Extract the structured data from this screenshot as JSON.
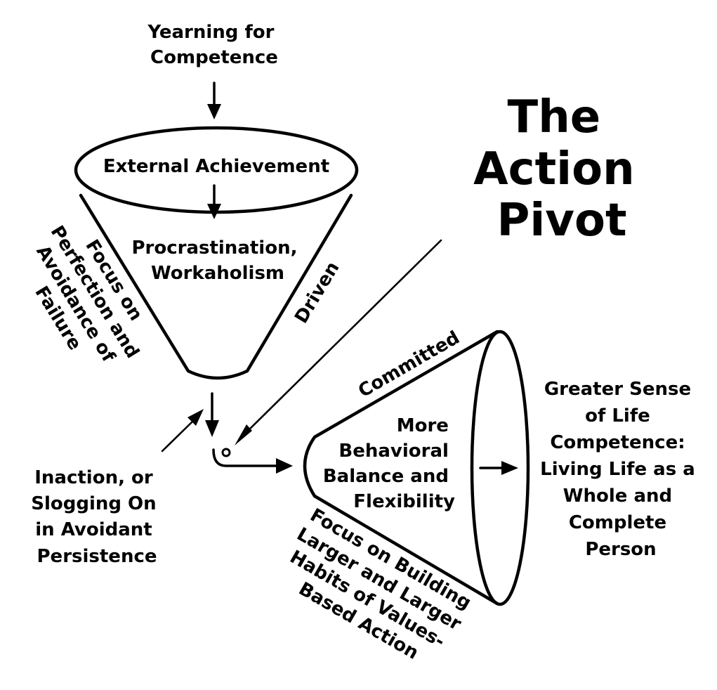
{
  "title": [
    "The",
    "Action",
    "Pivot"
  ],
  "top_label": [
    "Yearning for",
    "Competence"
  ],
  "funnel_top": {
    "rim_label": "External Achievement",
    "inner_label": [
      "Procrastination,",
      "Workaholism"
    ],
    "left_side_label": [
      "Focus on",
      "Perfection and",
      "Avoidance of",
      "Failure"
    ],
    "right_side_label": "Driven"
  },
  "left_label": [
    "Inaction, or",
    "Slogging On",
    "in Avoidant",
    "Persistence"
  ],
  "funnel_bottom": {
    "top_side_label": "Committed",
    "inner_label": [
      "More",
      "Behavioral",
      "Balance and",
      "Flexibility"
    ],
    "bottom_side_label": [
      "Focus on Building",
      "Larger and Larger",
      "Habits of Values-",
      "Based Action"
    ]
  },
  "outcome_label": [
    "Greater Sense",
    "of Life",
    "Competence:",
    "Living Life as a",
    "Whole and",
    "Complete",
    "Person"
  ]
}
